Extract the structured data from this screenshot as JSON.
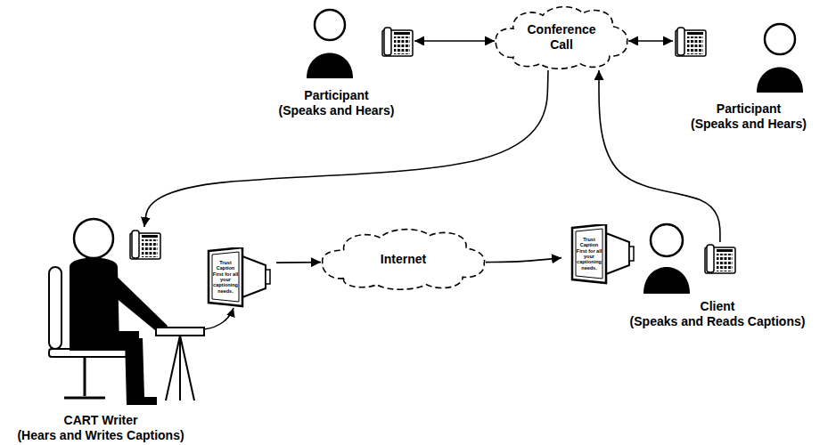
{
  "diagram": {
    "nodes": [
      {
        "text": [
          "Conference Call"
        ]
      },
      {
        "text": [
          "Participant",
          "(Speaks and Hears)"
        ]
      },
      {
        "text": [
          "Participant",
          "(Speaks and Hears)"
        ]
      },
      {
        "text": [
          "CART Writer",
          "(Hears and Writes Captions)"
        ]
      },
      {
        "text": [
          "Internet"
        ]
      },
      {
        "text": [
          "Client",
          "(Speaks and Reads Captions)"
        ]
      }
    ],
    "edges": [
      {
        "from": 1,
        "to": 0,
        "arrow": "both"
      },
      {
        "from": 0,
        "to": 2,
        "arrow": "both"
      },
      {
        "from": 0,
        "to": 3,
        "arrow": "to"
      },
      {
        "from": 3,
        "to": 4,
        "arrow": "to"
      },
      {
        "from": 4,
        "to": 5,
        "arrow": "to"
      },
      {
        "from": 5,
        "to": 0,
        "arrow": "to"
      }
    ],
    "labels": [
      "Trust Caption First for all your captioning needs.",
      "Trust Caption First for all your captioning needs."
    ]
  }
}
